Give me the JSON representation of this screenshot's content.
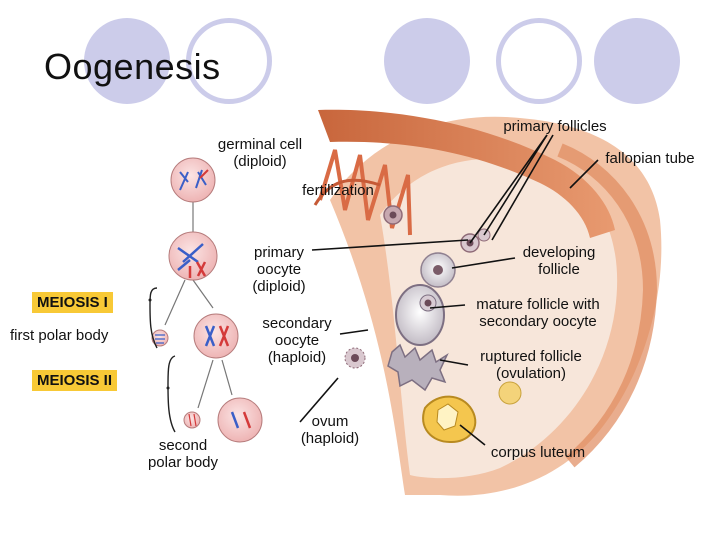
{
  "title": "Oogenesis",
  "labels": {
    "germinal_cell": "germinal cell\n(diploid)",
    "fertilization": "fertilization",
    "primary_oocyte": "primary\noocyte\n(diploid)",
    "meiosis_1": "MEIOSIS I",
    "first_polar_body": "first polar body",
    "secondary_oocyte": "secondary\noocyte\n(haploid)",
    "meiosis_2": "MEIOSIS II",
    "second_polar_body": "second\npolar body",
    "ovum": "ovum\n(haploid)",
    "primary_follicles": "primary follicles",
    "fallopian_tube": "fallopian tube",
    "developing_follicle": "developing\nfollicle",
    "mature_follicle": "mature follicle with\nsecondary oocyte",
    "ruptured_follicle": "ruptured follicle\n(ovulation)",
    "corpus_luteum": "corpus luteum"
  },
  "colors": {
    "accent_circles": "#ccccea",
    "meiosis_highlight": "#f8c936",
    "cell_fill": "#f3c7c7",
    "chromosome_red": "#d43a3a",
    "chromosome_blue": "#3a5fc8",
    "ovary_tissue": "#e8a07a",
    "fallopian_tube": "#d9774a"
  }
}
